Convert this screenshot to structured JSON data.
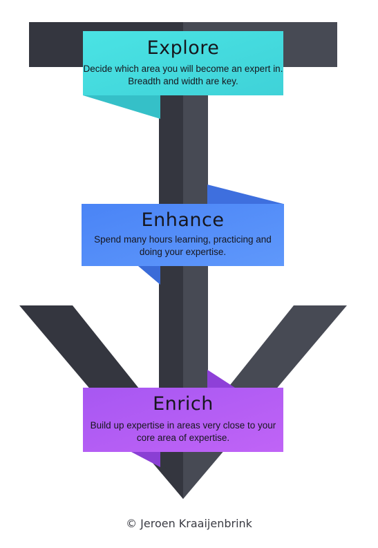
{
  "stages": [
    {
      "title": "Explore",
      "description": "Decide which area you will become an expert in. Breadth and width are key.",
      "color": "#47dde0"
    },
    {
      "title": "Enhance",
      "description": "Spend many hours learning, practicing and doing your expertise.",
      "color": "#4f8cf8"
    },
    {
      "title": "Enrich",
      "description": "Build up expertise in areas very close to your core area of expertise.",
      "color": "#b15cf4"
    }
  ],
  "credit": "© Jeroen Kraaijenbrink",
  "shape_colors": {
    "dark": "#34363f",
    "light": "#474a54"
  }
}
